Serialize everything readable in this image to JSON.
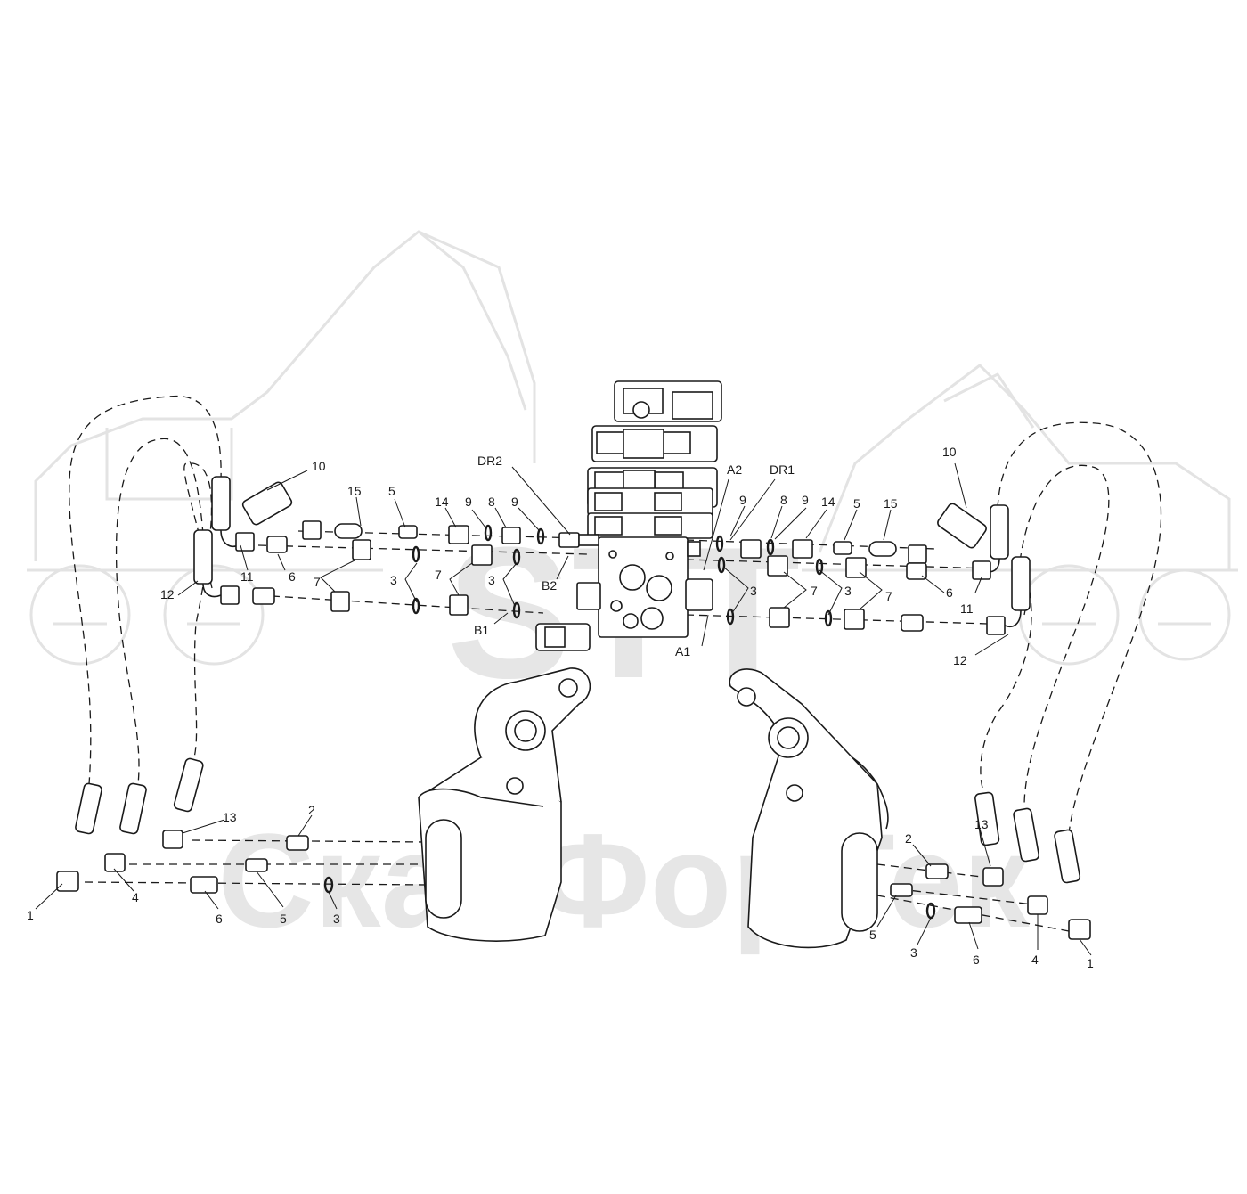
{
  "watermark": {
    "logo_text": "STT",
    "brand_text": "СканФорТек"
  },
  "callouts": [
    {
      "id": "c-10-left",
      "text": "10"
    },
    {
      "id": "c-15-left",
      "text": "15"
    },
    {
      "id": "c-5-left-top",
      "text": "5"
    },
    {
      "id": "c-14-left",
      "text": "14"
    },
    {
      "id": "c-9a-left",
      "text": "9"
    },
    {
      "id": "c-8-left",
      "text": "8"
    },
    {
      "id": "c-9b-left",
      "text": "9"
    },
    {
      "id": "c-dr2",
      "text": "DR2"
    },
    {
      "id": "c-11-left",
      "text": "11"
    },
    {
      "id": "c-6-left-top",
      "text": "6"
    },
    {
      "id": "c-7a-left",
      "text": "7"
    },
    {
      "id": "c-3a-left",
      "text": "3"
    },
    {
      "id": "c-7b-left",
      "text": "7"
    },
    {
      "id": "c-3b-left",
      "text": "3"
    },
    {
      "id": "c-12-left",
      "text": "12"
    },
    {
      "id": "c-b2",
      "text": "B2"
    },
    {
      "id": "c-b1",
      "text": "B1"
    },
    {
      "id": "c-a2",
      "text": "A2"
    },
    {
      "id": "c-dr1",
      "text": "DR1"
    },
    {
      "id": "c-9a-right",
      "text": "9"
    },
    {
      "id": "c-8-right",
      "text": "8"
    },
    {
      "id": "c-9b-right",
      "text": "9"
    },
    {
      "id": "c-14-right",
      "text": "14"
    },
    {
      "id": "c-5-right-top",
      "text": "5"
    },
    {
      "id": "c-15-right",
      "text": "15"
    },
    {
      "id": "c-10-right",
      "text": "10"
    },
    {
      "id": "c-3a-right",
      "text": "3"
    },
    {
      "id": "c-7a-right",
      "text": "7"
    },
    {
      "id": "c-3b-right",
      "text": "3"
    },
    {
      "id": "c-7b-right",
      "text": "7"
    },
    {
      "id": "c-6-right-top",
      "text": "6"
    },
    {
      "id": "c-11-right",
      "text": "11"
    },
    {
      "id": "c-12-right",
      "text": "12"
    },
    {
      "id": "c-a1",
      "text": "A1"
    },
    {
      "id": "c-13-left",
      "text": "13"
    },
    {
      "id": "c-2-left",
      "text": "2"
    },
    {
      "id": "c-1-left",
      "text": "1"
    },
    {
      "id": "c-4-left",
      "text": "4"
    },
    {
      "id": "c-6-left-bottom",
      "text": "6"
    },
    {
      "id": "c-5-left-bottom",
      "text": "5"
    },
    {
      "id": "c-3-left-bottom",
      "text": "3"
    },
    {
      "id": "c-2-right",
      "text": "2"
    },
    {
      "id": "c-13-right",
      "text": "13"
    },
    {
      "id": "c-5-right-bottom",
      "text": "5"
    },
    {
      "id": "c-3-right-bottom",
      "text": "3"
    },
    {
      "id": "c-6-right-bottom",
      "text": "6"
    },
    {
      "id": "c-4-right",
      "text": "4"
    },
    {
      "id": "c-1-right",
      "text": "1"
    }
  ]
}
